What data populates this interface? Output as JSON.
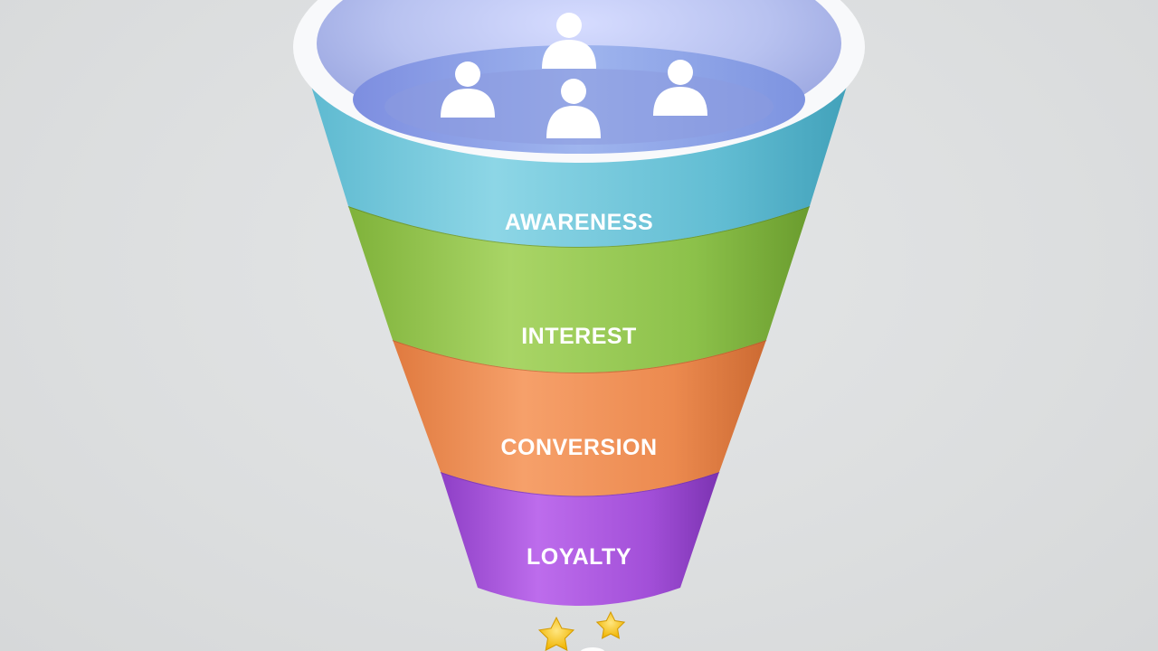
{
  "diagram": {
    "type": "funnel",
    "stages": [
      {
        "label": "AWARENESS",
        "color": "#6fc6d8"
      },
      {
        "label": "INTEREST",
        "color": "#8fc04a"
      },
      {
        "label": "CONVERSION",
        "color": "#ec8a4f"
      },
      {
        "label": "LOYALTY",
        "color": "#a24fd8"
      }
    ],
    "top_icons": [
      "person-icon",
      "person-icon",
      "person-icon",
      "person-icon"
    ],
    "bottom_icons": [
      "star-icon",
      "star-icon"
    ]
  }
}
